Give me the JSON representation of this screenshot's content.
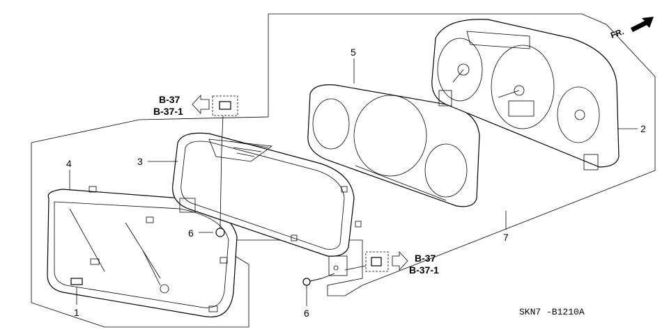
{
  "callouts": {
    "p1": "1",
    "p2": "2",
    "p3": "3",
    "p4": "4",
    "p5": "5",
    "p6a": "6",
    "p6b": "6",
    "p7": "7"
  },
  "refs": {
    "upper_a": "B-37",
    "upper_b": "B-37-1",
    "lower_a": "B-37",
    "lower_b": "B-37-1"
  },
  "direction_label": "FR.",
  "diagram_code": "SKN7 -B1210A"
}
